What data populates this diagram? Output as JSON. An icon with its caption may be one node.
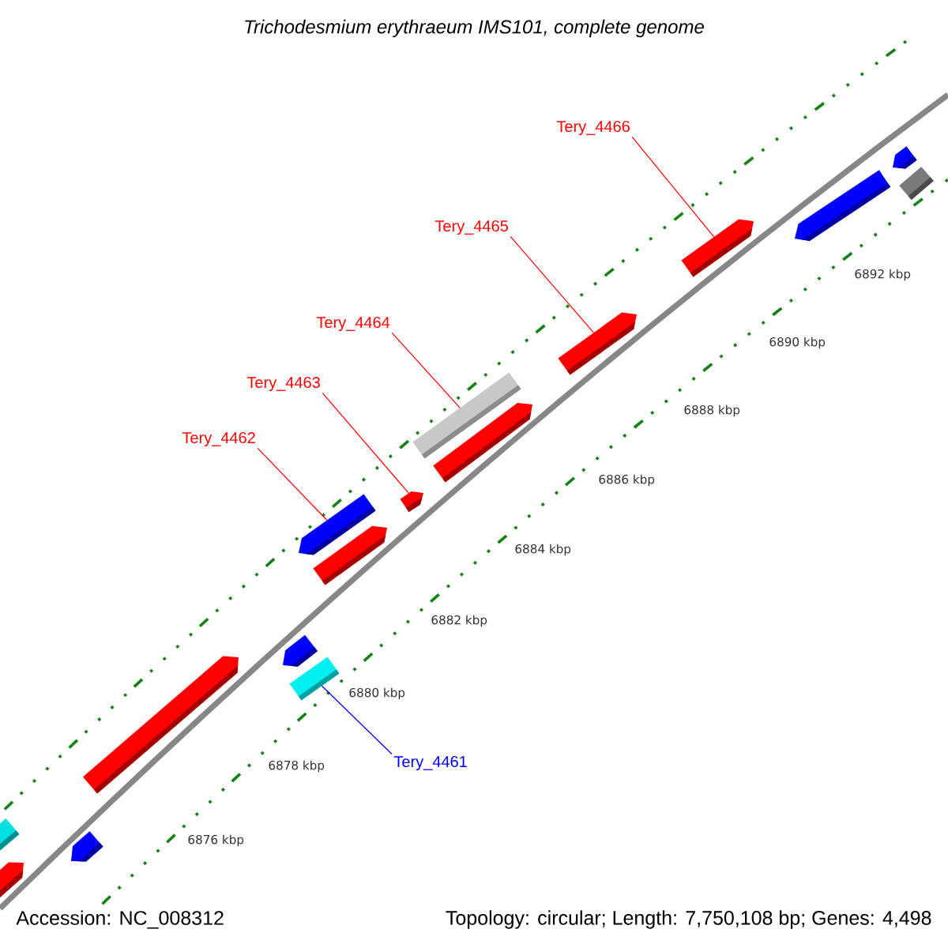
{
  "diagram": {
    "title": "Trichodesmium erythraeum IMS101, complete genome",
    "nodes": [
      {
        "text": [
          "Tery_4466"
        ]
      },
      {
        "text": [
          "Tery_4465"
        ]
      },
      {
        "text": [
          "Tery_4464"
        ]
      },
      {
        "text": [
          "Tery_4463"
        ]
      },
      {
        "text": [
          "Tery_4462"
        ]
      },
      {
        "text": [
          "Tery_4461"
        ]
      },
      {
        "text": [],
        "shape": "pentagon"
      },
      {
        "text": [],
        "shape": "bar"
      },
      {
        "text": [],
        "shape": "pentagon"
      },
      {
        "text": [],
        "shape": "pentagon"
      },
      {
        "text": [],
        "shape": "pentagon"
      },
      {
        "text": [],
        "shape": "bar"
      },
      {
        "text": [],
        "shape": "pentagon"
      },
      {
        "text": [],
        "shape": "pentagon"
      },
      {
        "text": [],
        "shape": "pentagon"
      },
      {
        "text": [],
        "shape": "bar"
      },
      {
        "text": [],
        "shape": "pentagon"
      },
      {
        "text": [],
        "shape": "pentagon"
      },
      {
        "text": [],
        "shape": "pentagon"
      },
      {
        "text": [],
        "shape": "pentagon"
      },
      {
        "text": [],
        "shape": "pentagon"
      },
      {
        "text": [],
        "shape": "bar"
      }
    ],
    "edges": [
      {
        "from": 0,
        "to": 18,
        "arrow": "none"
      },
      {
        "from": 1,
        "to": 17,
        "arrow": "none"
      },
      {
        "from": 2,
        "to": 15,
        "arrow": "none"
      },
      {
        "from": 3,
        "to": 14,
        "arrow": "none"
      },
      {
        "from": 4,
        "to": 12,
        "arrow": "none"
      },
      {
        "from": 5,
        "to": 11,
        "arrow": "none",
        "color": "#0000ff"
      }
    ],
    "labels": [
      "6892 kbp",
      "6890 kbp",
      "6888 kbp",
      "6886 kbp",
      "6884 kbp",
      "6882 kbp",
      "6880 kbp",
      "6878 kbp",
      "6876 kbp",
      "Accession: NC_008312",
      "Topology: circular; Length: 7,750,108 bp; Genes: 4,498"
    ]
  }
}
